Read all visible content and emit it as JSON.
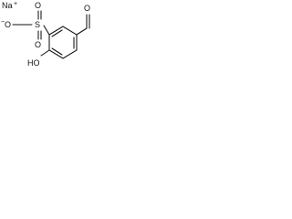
{
  "structure": {
    "counterion": {
      "symbol": "Na",
      "charge": "+"
    },
    "sulfonate": {
      "oxygen_top": "O",
      "oxygen_left": "O",
      "oxygen_bottom": "O",
      "sulfur": "S",
      "negative_charge": "−"
    },
    "hydroxyl": {
      "text": "HO"
    },
    "aldehyde": {
      "oxygen": "O"
    },
    "colors": {
      "ink": "#111111",
      "background": "#ffffff"
    }
  }
}
